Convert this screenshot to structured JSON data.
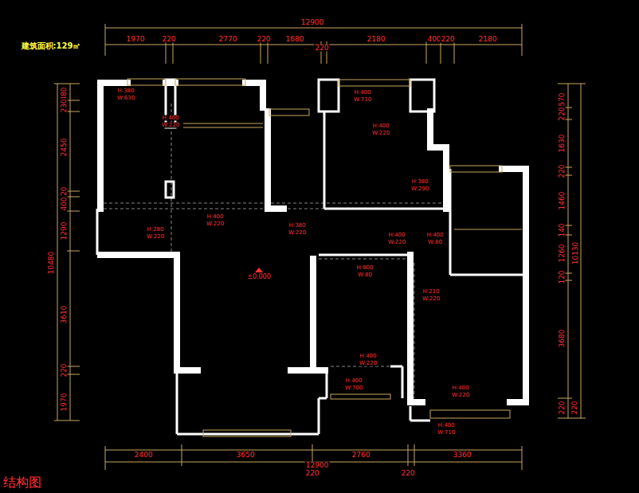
{
  "diagram": {
    "caption": "结构图",
    "labels": [
      "建筑面积:129㎡",
      "12900",
      "1970",
      "220",
      "2770",
      "220",
      "1680",
      "220",
      "2180",
      "400",
      "220",
      "2180",
      "480",
      "230",
      "2450",
      "120",
      "400",
      "1290",
      "10480",
      "3610",
      "220",
      "1970",
      "570",
      "220",
      "1630",
      "220",
      "1460",
      "140",
      "1260",
      "10130",
      "120",
      "3680",
      "220",
      "220",
      "2400",
      "3650",
      "2760",
      "3360",
      "12900",
      "220",
      "220",
      "H:380",
      "W:630",
      "H:400",
      "W:220",
      "H:280",
      "W:220",
      "H:400",
      "W:220",
      "H:380",
      "W:220",
      "H:400",
      "W:710",
      "H:400",
      "W:220",
      "H:380",
      "W:290",
      "H:400",
      "W:220",
      "H:400",
      "W:80",
      "H:800",
      "W:80",
      "H:210",
      "W:220",
      "H:400",
      "W:220",
      "H:400",
      "W:700",
      "H:400",
      "W:220",
      "H:400",
      "W:710",
      "±0.000"
    ]
  }
}
